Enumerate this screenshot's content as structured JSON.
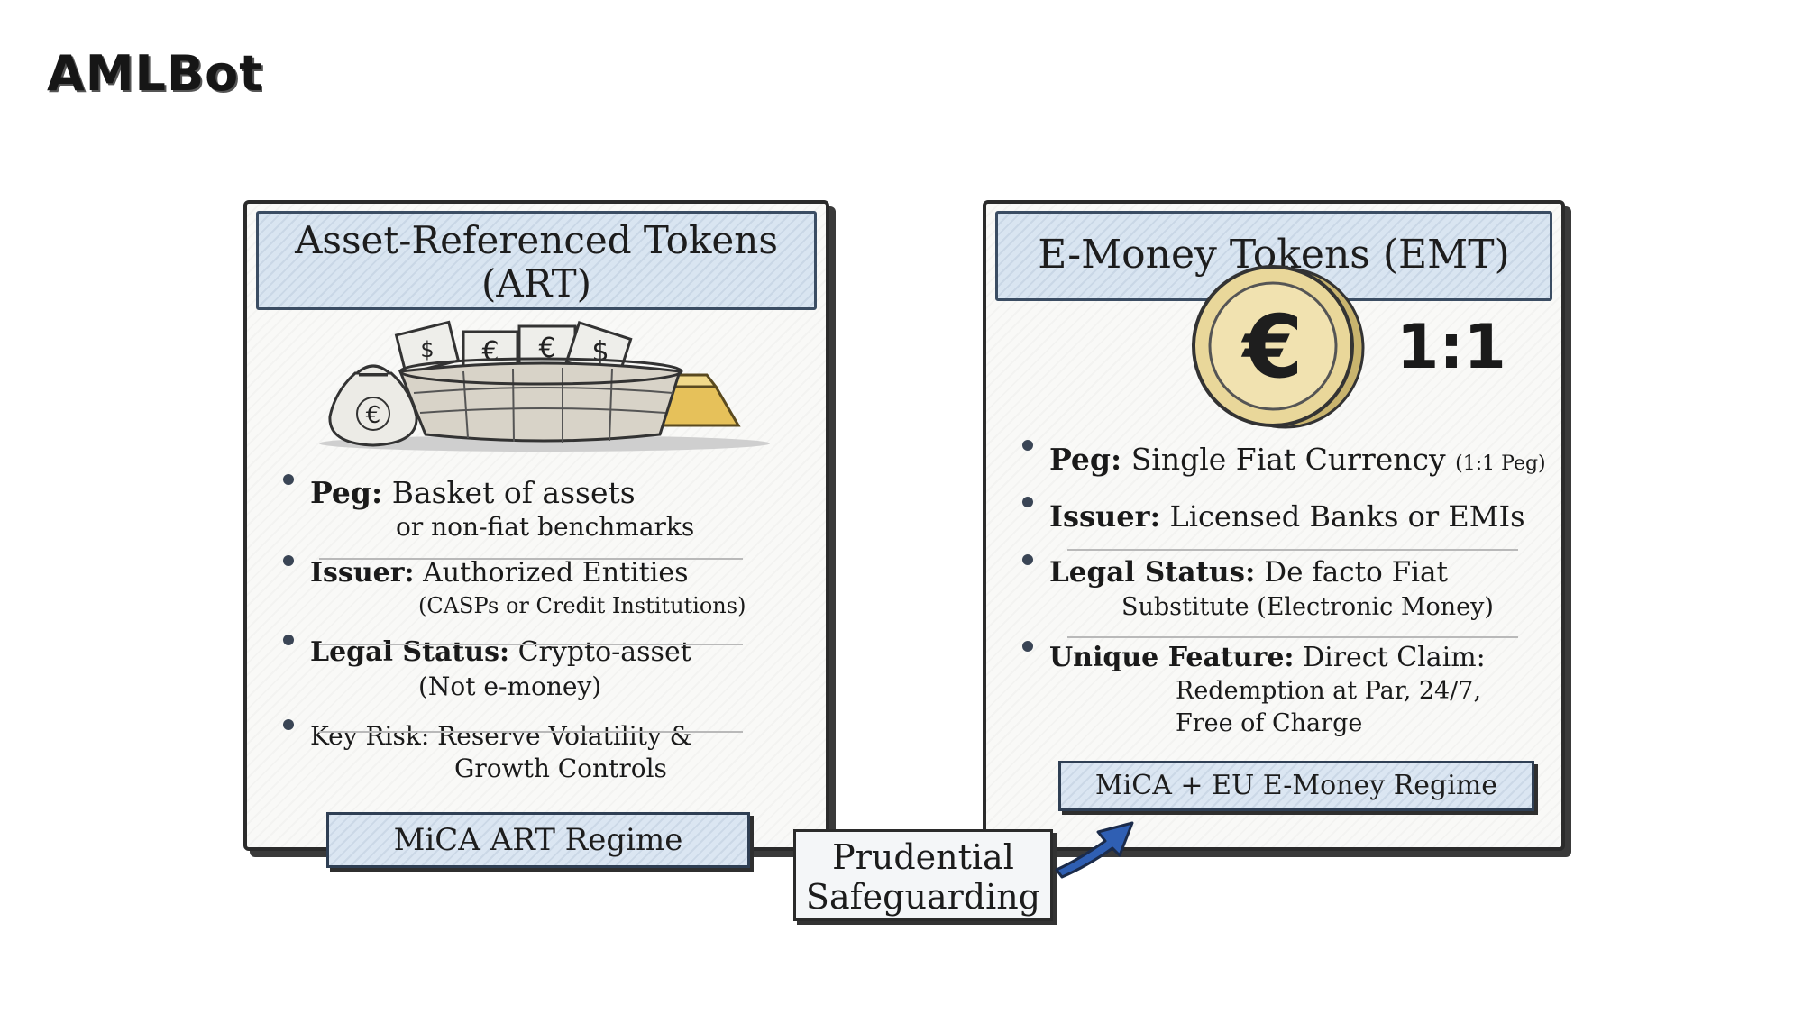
{
  "brand": "AMLBot",
  "art": {
    "title_line1": "Asset-Referenced Tokens",
    "title_line2": "(ART)",
    "items": [
      {
        "key": "Peg:",
        "value": "Basket of assets",
        "cont": "or non-fiat benchmarks"
      },
      {
        "key": "Issuer:",
        "value": "Authorized Entities",
        "cont": "(CASPs or Credit Institutions)"
      },
      {
        "key": "Legal Status:",
        "value": "Crypto-asset",
        "cont": "(Not e-money)"
      },
      {
        "key": "Key Risk:",
        "value": "Reserve Volatility &",
        "cont": "Growth Controls"
      }
    ],
    "regime": "MiCA ART Regime",
    "illustration": {
      "bag_symbol": "€",
      "note1": "€",
      "note2": "€",
      "note3": "$",
      "note4": "$"
    }
  },
  "emt": {
    "title": "E-Money Tokens (EMT)",
    "coin_symbol": "€",
    "ratio": "1:1",
    "items": [
      {
        "key": "Peg:",
        "value": "Single Fiat Currency",
        "small": "(1:1 Peg)",
        "cont": ""
      },
      {
        "key": "Issuer:",
        "value": "Licensed Banks or EMIs",
        "small": "",
        "cont": ""
      },
      {
        "key": "Legal Status:",
        "value": "De facto Fiat",
        "small": "",
        "cont": "Substitute (Electronic Money)"
      },
      {
        "key": "Unique Feature:",
        "value": "Direct Claim:",
        "small": "",
        "cont": "Redemption at Par, 24/7,",
        "cont2": "Free of Charge"
      }
    ],
    "regime": "MiCA + EU E-Money Regime"
  },
  "bridge": {
    "line1": "Prudential",
    "line2": "Safeguarding"
  },
  "colors": {
    "header_fill": "#d9e5f1",
    "arrow": "#2f5fb3",
    "coin": "#e9d79a",
    "gold": "#e6c15a"
  }
}
